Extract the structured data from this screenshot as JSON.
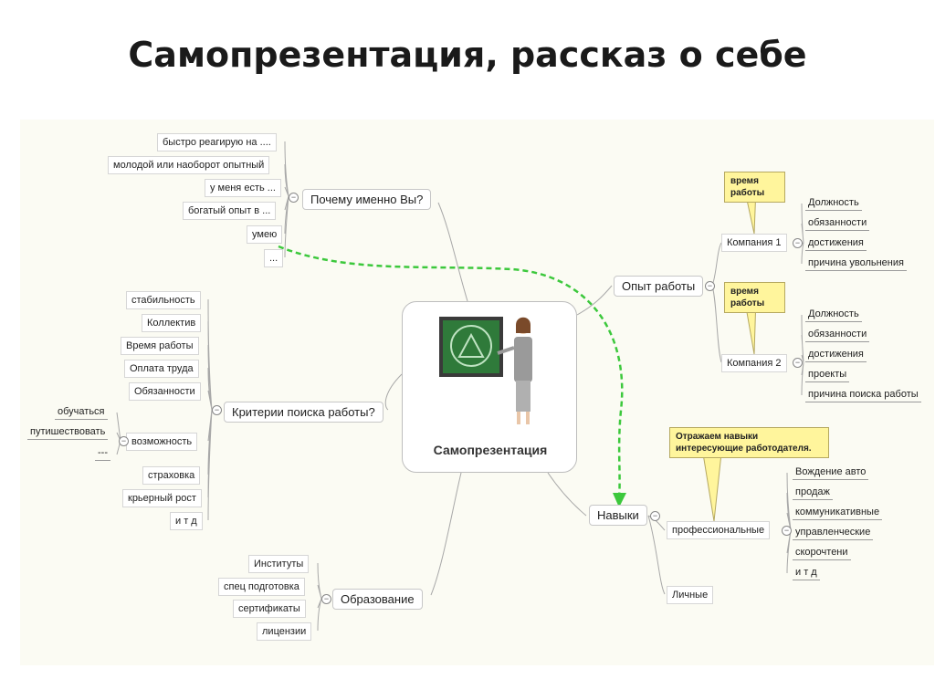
{
  "title": "Самопрезентация, рассказ о себе",
  "center": {
    "label": "Самопрезентация"
  },
  "why_you": {
    "label": "Почему именно Вы?",
    "items": [
      "быстро реагирую на ....",
      "молодой или наоборот опытный",
      "у меня есть ...",
      "богатый опыт в ...",
      "умею",
      "..."
    ]
  },
  "criteria": {
    "label": "Критерии поиска работы?",
    "items": [
      "стабильность",
      "Коллектив",
      "Время работы",
      "Оплата труда",
      "Обязанности",
      "возможность",
      "страховка",
      "крьерный рост",
      "и т д"
    ],
    "opportunity_items": [
      "обучаться",
      "путишествовать",
      "---"
    ]
  },
  "education": {
    "label": "Образование",
    "items": [
      "Институты",
      "спец подготовка",
      "сертификаты",
      "лицензии"
    ]
  },
  "experience": {
    "label": "Опыт работы",
    "company1": {
      "label": "Компания 1",
      "callout": "время работы",
      "items": [
        "Должность",
        "обязанности",
        "достижения",
        "причина увольнения"
      ]
    },
    "company2": {
      "label": "Компания 2",
      "callout": "время работы",
      "items": [
        "Должность",
        "обязанности",
        "достижения",
        "проекты",
        "причина поиска работы"
      ]
    }
  },
  "skills": {
    "label": "Навыки",
    "callout_line1": "Отражаем навыки",
    "callout_line2": "интересующие работодателя.",
    "professional": {
      "label": "профессиональные",
      "items": [
        "Вождение авто",
        "продаж",
        "коммуникативные",
        "управленческие",
        "скорочтени",
        "и т д"
      ]
    },
    "personal": {
      "label": "Личные"
    }
  },
  "toggle_symbol": "−",
  "colors": {
    "arrow": "#3cc83c",
    "callout": "#fff59c",
    "board": "#2f7a3a"
  }
}
